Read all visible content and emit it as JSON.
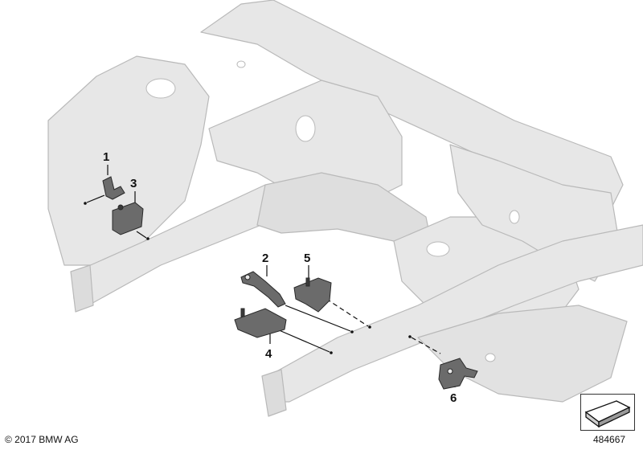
{
  "callouts": [
    {
      "id": "1",
      "label": "1"
    },
    {
      "id": "2",
      "label": "2"
    },
    {
      "id": "3",
      "label": "3"
    },
    {
      "id": "4",
      "label": "4"
    },
    {
      "id": "5",
      "label": "5"
    },
    {
      "id": "6",
      "label": "6"
    }
  ],
  "footer": {
    "copyright": "© 2017 BMW AG",
    "part_number": "484667"
  },
  "colors": {
    "frame_fill": "#e7e7e7",
    "frame_stroke": "#b9b9b9",
    "part_fill": "#6b6b6b",
    "part_stroke": "#2a2a2a",
    "leader": "#111111"
  },
  "icons": [
    "arrow-navigation-icon"
  ]
}
